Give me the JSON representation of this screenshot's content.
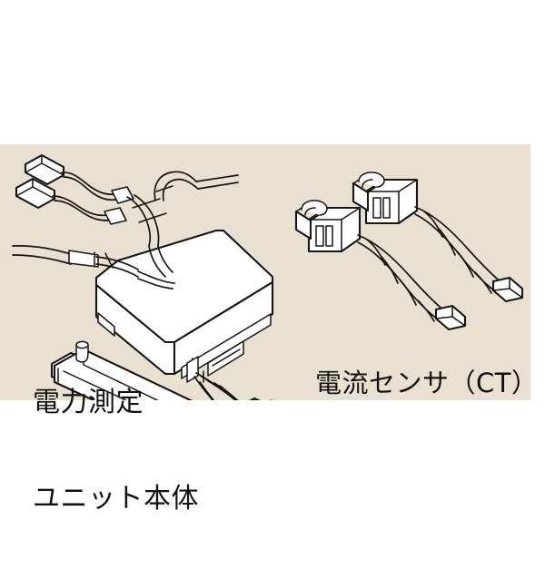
{
  "page": {
    "background_color": "#ffffff",
    "panel_color": "#e8e1d2",
    "line_color": "#1a1a1a",
    "fill_color": "#ffffff"
  },
  "illustration": {
    "title_alt": "power measurement unit and current sensor line drawing",
    "parts": [
      {
        "id": "power-unit",
        "name_ja": "電力測定ユニット本体",
        "description": "isometric rectangular enclosure on mounting base with wire harness"
      },
      {
        "id": "ct-sensor-1",
        "name_ja": "電流センサ（CT）",
        "description": "split core clamp with twisted pair lead and connector"
      },
      {
        "id": "ct-sensor-2",
        "name_ja": "電流センサ（CT）",
        "description": "split core clamp with twisted pair lead and connector"
      }
    ]
  },
  "labels": {
    "power_unit": {
      "line1": "電力測定",
      "line2": "ユニット本体"
    },
    "current_sensor": {
      "line1": "電流センサ（CT）"
    }
  }
}
